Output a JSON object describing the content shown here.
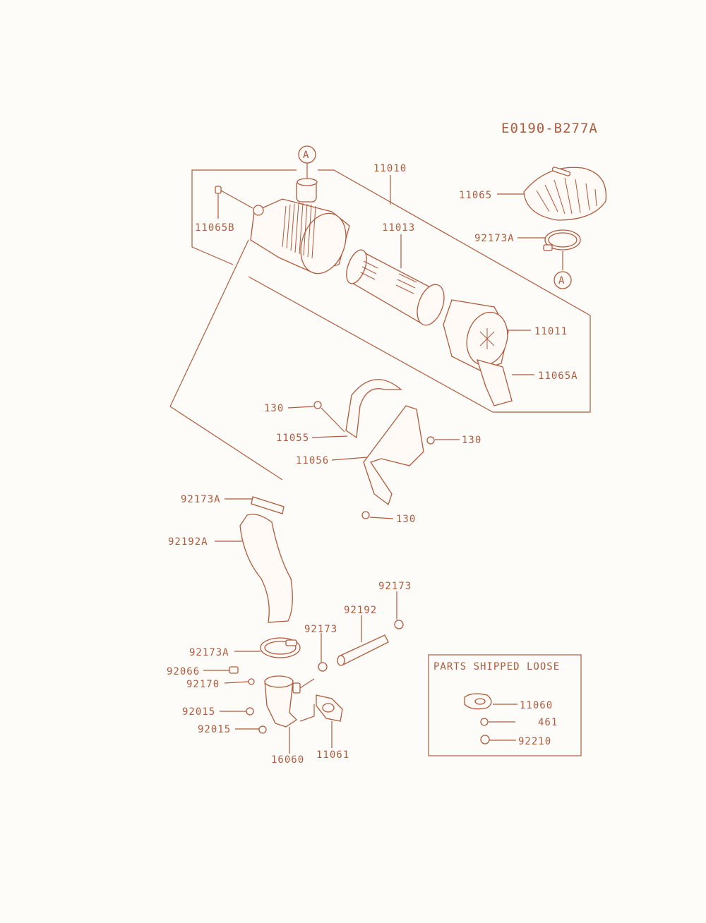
{
  "diagram_code": "E0190-B277A",
  "ref_marker": "A",
  "parts_box": {
    "title": "PARTS SHIPPED LOOSE",
    "items": [
      "11060",
      "461",
      "92210"
    ]
  },
  "labels": {
    "p11010": "11010",
    "p11065": "11065",
    "p11065B": "11065B",
    "p11013": "11013",
    "p92173A_top": "92173A",
    "p11011": "11011",
    "p11065A": "11065A",
    "p130_a": "130",
    "p11055": "11055",
    "p130_b": "130",
    "p11056": "11056",
    "p130_c": "130",
    "p92173A_mid": "92173A",
    "p92192A": "92192A",
    "p92173_right": "92173",
    "p92192": "92192",
    "p92173_left": "92173",
    "p92173A_low": "92173A",
    "p92066": "92066",
    "p92170": "92170",
    "p92015_a": "92015",
    "p92015_b": "92015",
    "p16060": "16060",
    "p11061": "11061"
  }
}
